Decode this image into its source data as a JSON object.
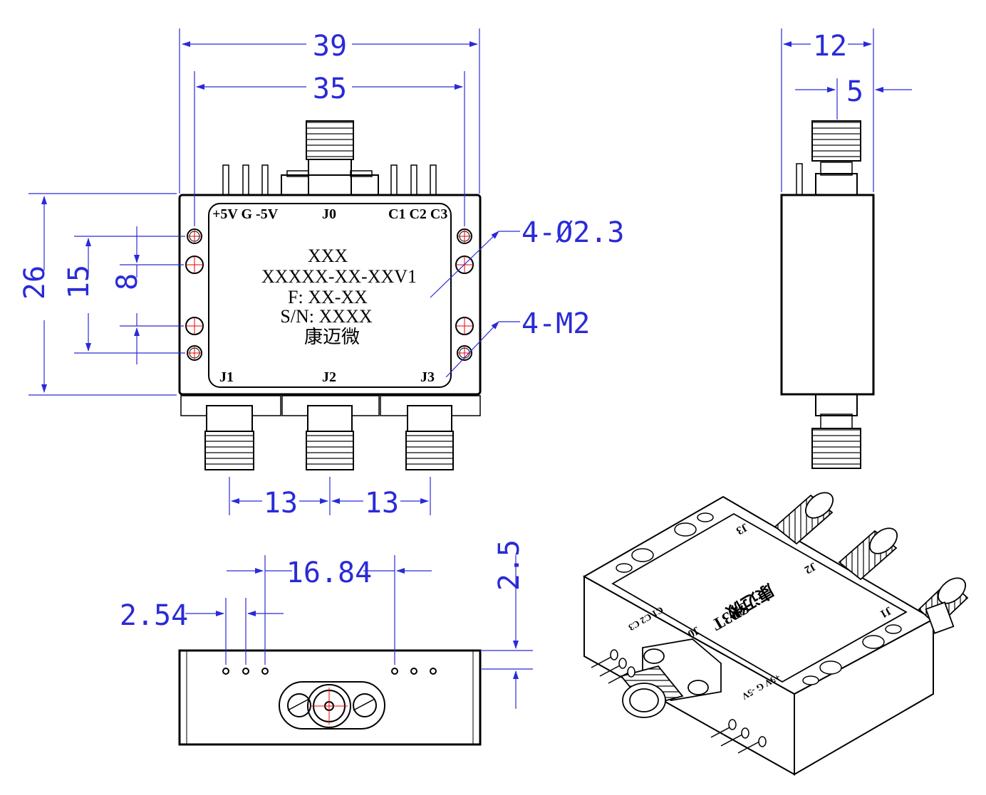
{
  "dimensions": {
    "width_total": "39",
    "width_holes": "35",
    "height_total": "26",
    "holes_outer": "15",
    "holes_inner": "8",
    "conn_pitch_left": "13",
    "conn_pitch_right": "13",
    "side_width": "12",
    "side_conn": "5",
    "pin_span": "16.84",
    "pin_pitch": "2.54",
    "pin_height": "2.5",
    "hole_callout": "4-Ø2.3",
    "thread_callout": "4-M2"
  },
  "front_labels": {
    "left_pins": "+5V G -5V",
    "top_port": "J0",
    "right_pins": "C1 C2 C3",
    "port_1": "J1",
    "port_2": "J2",
    "port_3": "J3"
  },
  "marking": {
    "line1": "XXX",
    "line2": "XXXXX-XX-XXV1",
    "line3": "F: XX-XX",
    "line4": "S/N: XXXX",
    "line5": "康迈微"
  },
  "iso_labels": {
    "model": "SP3T",
    "brand": "康迈微",
    "port_0": "J0",
    "port_1": "J1",
    "port_2": "J2",
    "port_3": "J3",
    "pins_c": "C1 C2 C3",
    "pins_p": "+5V G -5V"
  }
}
